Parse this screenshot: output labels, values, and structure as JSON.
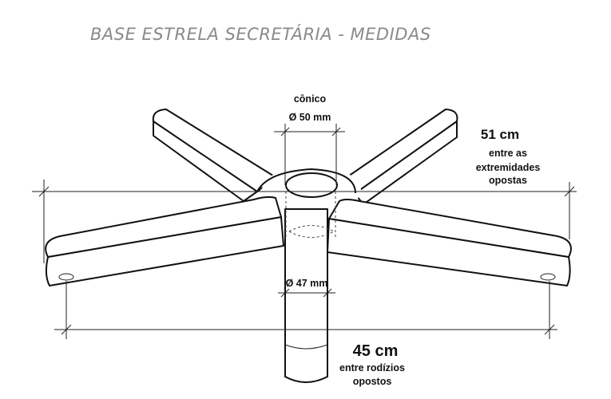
{
  "title": "BASE ESTRELA SECRETÁRIA - MEDIDAS",
  "top_bore": {
    "type": "cônico",
    "diameter": "Ø 50 mm"
  },
  "bottom_bore": {
    "diameter": "Ø 47 mm"
  },
  "span_extremities": {
    "value": "51 cm",
    "line1": "entre as",
    "line2": "extremidades",
    "line3": "opostas"
  },
  "span_casters": {
    "value": "45 cm",
    "line1": "entre rodízios",
    "line2": "opostos"
  }
}
